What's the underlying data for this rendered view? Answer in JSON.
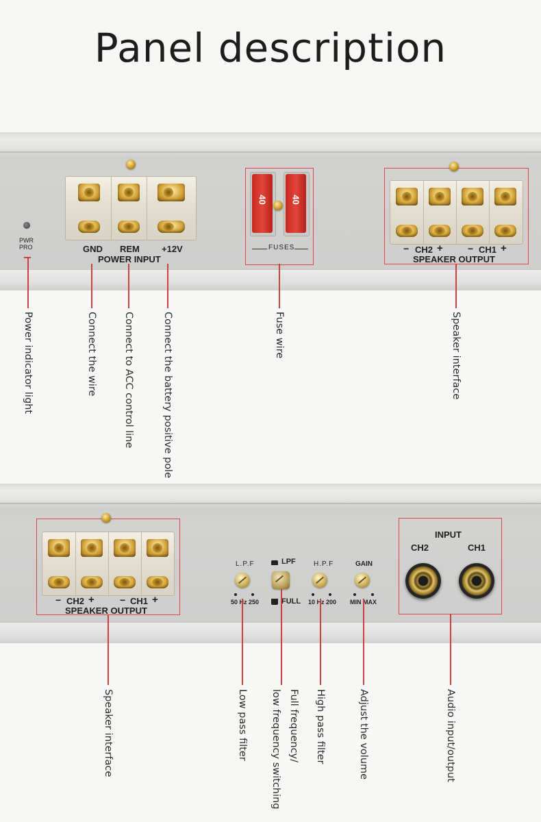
{
  "title": "Panel description",
  "panel_top": {
    "led_label_top": "PWR",
    "led_label_bottom": "PRO",
    "power_terminals": [
      "GND",
      "REM",
      "+12V"
    ],
    "power_caption": "POWER INPUT",
    "fuse_values": [
      "40",
      "40"
    ],
    "fuse_caption": "FUSES",
    "speaker_channels": {
      "left_minus": "−",
      "ch2": "CH2",
      "plus": "+",
      "minus": "−",
      "ch1": "CH1",
      "right_plus": "+"
    },
    "speaker_caption": "SPEAKER OUTPUT"
  },
  "panel_bottom": {
    "speaker_channels": {
      "left_minus": "−",
      "ch2": "CH2",
      "plus": "+",
      "minus": "−",
      "ch1": "CH1",
      "right_plus": "+"
    },
    "speaker_caption": "SPEAKER OUTPUT",
    "lpf": {
      "label": "L.P.F",
      "range": "50 Hz 250"
    },
    "switch": {
      "top": "LPF",
      "bottom": "FULL"
    },
    "hpf": {
      "label": "H.P.F",
      "range": "10 Hz 200"
    },
    "gain": {
      "label": "GAIN",
      "range": "MIN MAX"
    },
    "input": {
      "label": "INPUT",
      "ch2": "CH2",
      "ch1": "CH1"
    }
  },
  "annotations_top": [
    "Power indicator light",
    "Connect the wire",
    "Connect to ACC control line",
    "Connect the battery positive pole",
    "Fuse wire",
    "Speaker interface"
  ],
  "annotations_bottom": [
    "Speaker interface",
    "Low pass filter",
    "Full frequency/",
    "low frequency switching",
    "High pass filter",
    "Adjust the volume",
    "Audio input/output"
  ],
  "colors": {
    "annotation_red": "#c84040",
    "background": "#f7f7f5"
  }
}
